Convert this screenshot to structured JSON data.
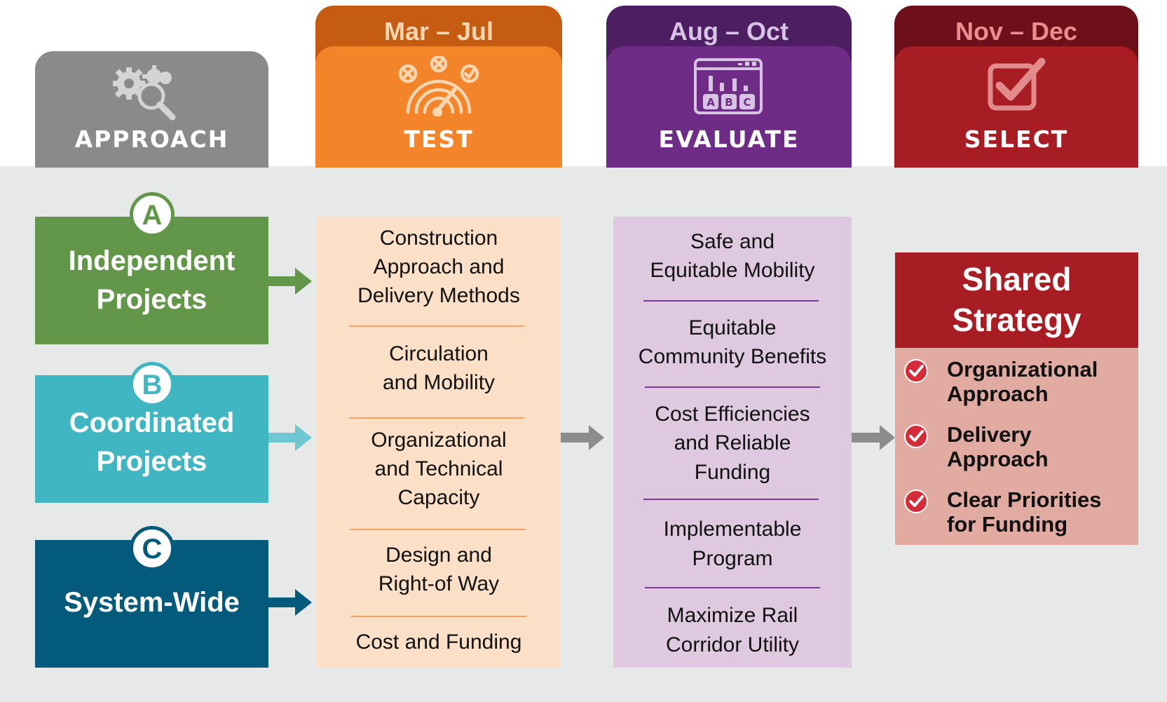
{
  "phases": {
    "approach": {
      "title": "APPROACH",
      "icon": "gears-magnifier-icon",
      "color": "#8a8a8a"
    },
    "test": {
      "period": "Mar – Jul",
      "title": "TEST",
      "icon": "gauge-icon",
      "color": "#f3842a",
      "dark": "#c65c12"
    },
    "evaluate": {
      "period": "Aug – Oct",
      "title": "EVALUATE",
      "icon": "abc-window-icon",
      "color": "#6f2c86",
      "dark": "#4d1e61"
    },
    "select": {
      "period": "Nov – Dec",
      "title": "SELECT",
      "icon": "checkbox-icon",
      "color": "#a81c24",
      "dark": "#6e1019"
    }
  },
  "approaches": [
    {
      "badge": "A",
      "label": "Independent Projects",
      "line1": "Independent",
      "line2": "Projects",
      "color": "#62974a"
    },
    {
      "badge": "B",
      "label": "Coordinated Projects",
      "line1": "Coordinated",
      "line2": "Projects",
      "color": "#3fb6c2"
    },
    {
      "badge": "C",
      "label": "System-Wide",
      "line1": "System-Wide",
      "line2": "",
      "color": "#045a7a"
    }
  ],
  "test_criteria": [
    {
      "line1": "Construction",
      "line2": "Approach and",
      "line3": "Delivery Methods"
    },
    {
      "line1": "Circulation",
      "line2": "and Mobility"
    },
    {
      "line1": "Organizational",
      "line2": "and Technical",
      "line3": "Capacity"
    },
    {
      "line1": "Design and",
      "line2": "Right-of Way"
    },
    {
      "line1": "Cost and Funding"
    }
  ],
  "evaluate_criteria": [
    {
      "line1": "Safe and",
      "line2": "Equitable Mobility"
    },
    {
      "line1": "Equitable",
      "line2": "Community Benefits"
    },
    {
      "line1": "Cost Efficiencies",
      "line2": "and Reliable",
      "line3": "Funding"
    },
    {
      "line1": "Implementable",
      "line2": "Program"
    },
    {
      "line1": "Maximize Rail",
      "line2": "Corridor Utility"
    }
  ],
  "shared_strategy": {
    "title_line1": "Shared",
    "title_line2": "Strategy",
    "items": [
      {
        "line1": "Organizational",
        "line2": "Approach"
      },
      {
        "line1": "Delivery",
        "line2": "Approach"
      },
      {
        "line1": "Clear Priorities",
        "line2": "for Funding"
      }
    ]
  }
}
